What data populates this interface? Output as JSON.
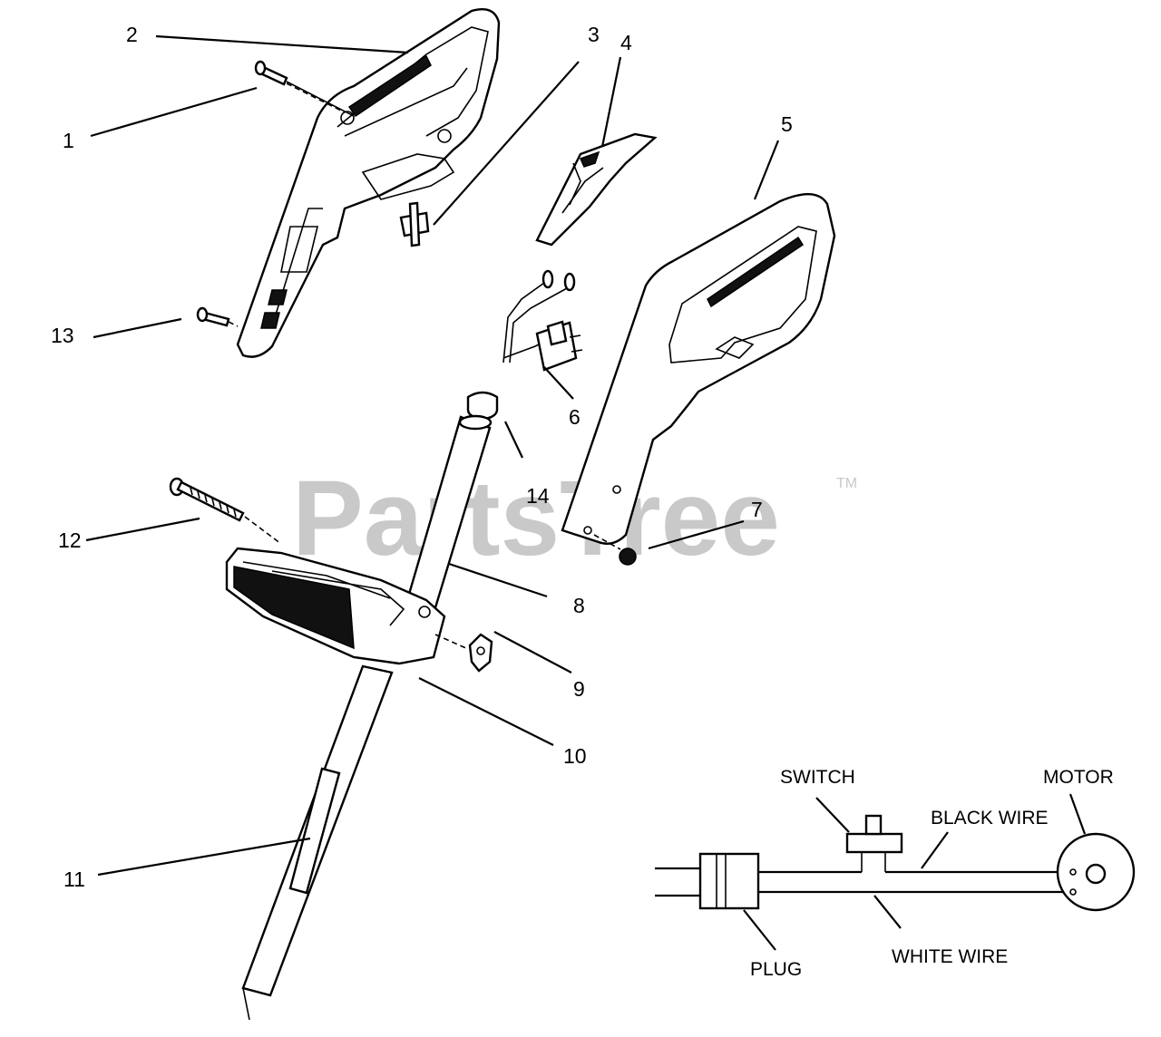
{
  "watermark": {
    "brand": "PartsTree",
    "trademark": "TM"
  },
  "callouts": [
    "1",
    "2",
    "3",
    "4",
    "5",
    "6",
    "7",
    "8",
    "9",
    "10",
    "11",
    "12",
    "13",
    "14"
  ],
  "wiring": {
    "switch": "SWITCH",
    "motor": "MOTOR",
    "black_wire": "BLACK WIRE",
    "white_wire": "WHITE WIRE",
    "plug": "PLUG"
  }
}
